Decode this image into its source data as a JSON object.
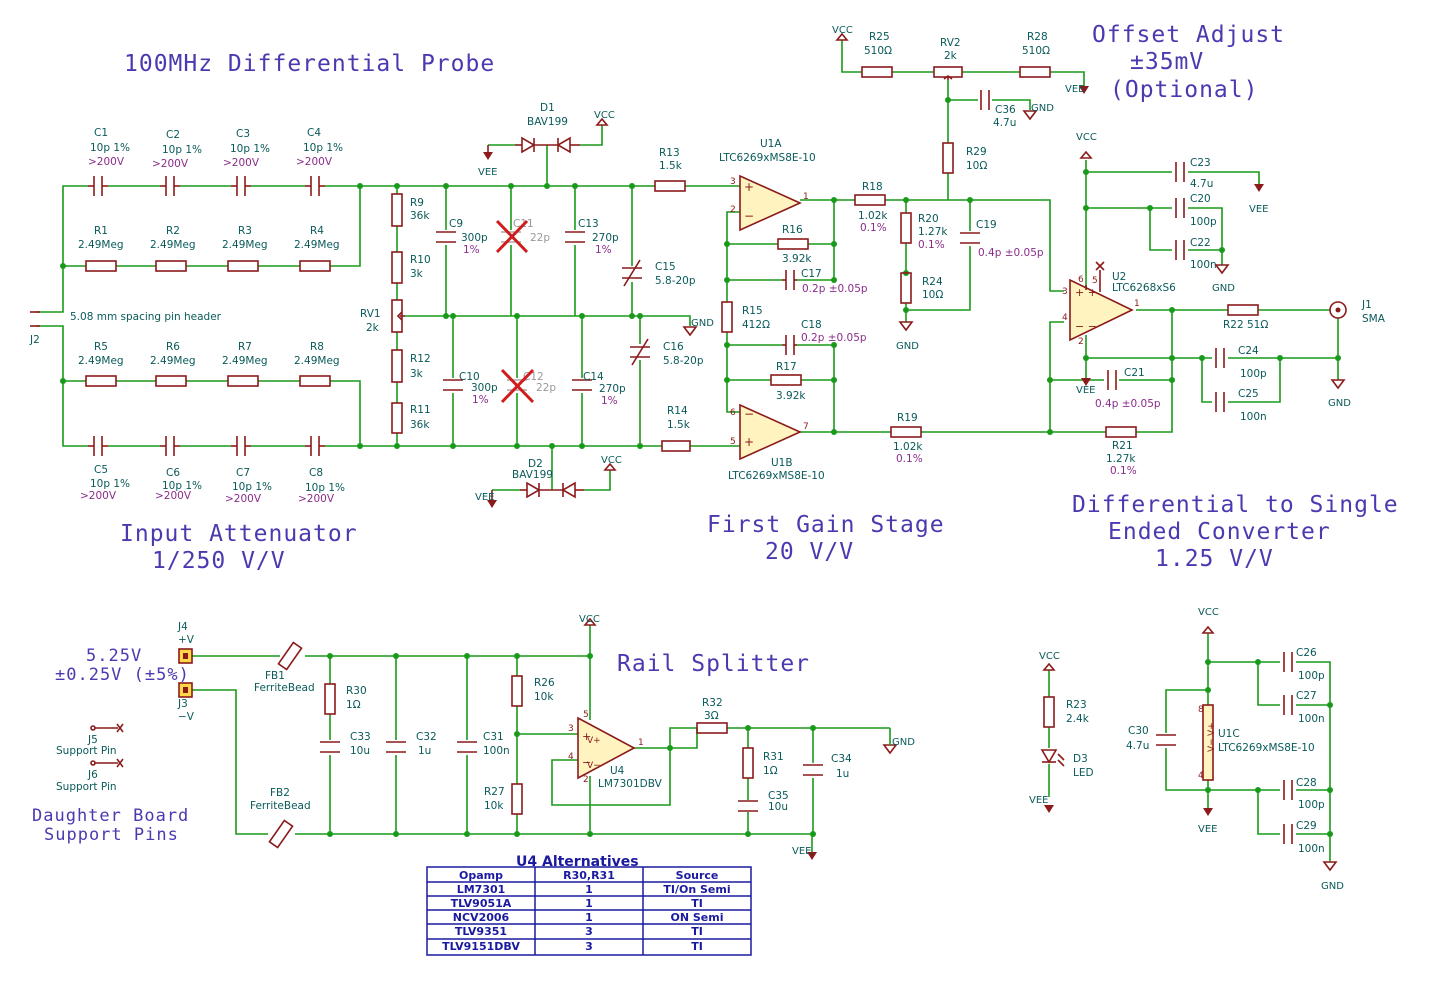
{
  "headings": {
    "title": "100MHz Differential Probe",
    "offset": [
      "Offset Adjust",
      "±35mV",
      "(Optional)"
    ],
    "attenuator": [
      "Input Attenuator",
      "1/250 V/V"
    ],
    "gain": [
      "First Gain Stage",
      "20 V/V"
    ],
    "converter": [
      "Differential to Single",
      "Ended Converter",
      "1.25 V/V"
    ],
    "rail": "Rail Splitter",
    "daughter": [
      "Daughter Board",
      "Support Pins"
    ],
    "supply": [
      "5.25V",
      "±0.25V (±5%)"
    ]
  },
  "power": {
    "vcc": "VCC",
    "vee": "VEE",
    "gnd": "GND"
  },
  "labels": {
    "C1": [
      "C1",
      "10p 1%",
      ">200V"
    ],
    "C2": [
      "C2",
      "10p 1%",
      ">200V"
    ],
    "C3": [
      "C3",
      "10p 1%",
      ">200V"
    ],
    "C4": [
      "C4",
      "10p 1%",
      ">200V"
    ],
    "C5": [
      "C5",
      "10p 1%",
      ">200V"
    ],
    "C6": [
      "C6",
      "10p 1%",
      ">200V"
    ],
    "C7": [
      "C7",
      "10p 1%",
      ">200V"
    ],
    "C8": [
      "C8",
      "10p 1%",
      ">200V"
    ],
    "R1": [
      "R1",
      "2.49Meg"
    ],
    "R2": [
      "R2",
      "2.49Meg"
    ],
    "R3": [
      "R3",
      "2.49Meg"
    ],
    "R4": [
      "R4",
      "2.49Meg"
    ],
    "R5": [
      "R5",
      "2.49Meg"
    ],
    "R6": [
      "R6",
      "2.49Meg"
    ],
    "R7": [
      "R7",
      "2.49Meg"
    ],
    "R8": [
      "R8",
      "2.49Meg"
    ],
    "J2": [
      "J2",
      "5.08 mm spacing pin header"
    ],
    "R9": [
      "R9",
      "36k"
    ],
    "R10": [
      "R10",
      "3k"
    ],
    "RV1": [
      "RV1",
      "2k"
    ],
    "R12": [
      "R12",
      "3k"
    ],
    "R11": [
      "R11",
      "36k"
    ],
    "C9": [
      "C9",
      "300p",
      "1%"
    ],
    "C11": [
      "C11",
      "22p"
    ],
    "C13": [
      "C13",
      "270p",
      "1%"
    ],
    "C10": [
      "C10",
      "300p",
      "1%"
    ],
    "C12": [
      "C12",
      "22p"
    ],
    "C14": [
      "C14",
      "270p",
      "1%"
    ],
    "C15": [
      "C15",
      "5.8-20p"
    ],
    "C16": [
      "C16",
      "5.8-20p"
    ],
    "D1": [
      "D1",
      "BAV199"
    ],
    "D2": [
      "D2",
      "BAV199"
    ],
    "R13": [
      "R13",
      "1.5k"
    ],
    "R14": [
      "R14",
      "1.5k"
    ],
    "U1A": [
      "U1A",
      "LTC6269xMS8E-10"
    ],
    "U1B": [
      "U1B",
      "LTC6269xMS8E-10"
    ],
    "R16": [
      "R16",
      "3.92k"
    ],
    "C17": [
      "C17",
      "0.2p ±0.05p"
    ],
    "R15": [
      "R15",
      "412Ω"
    ],
    "C18": [
      "C18",
      "0.2p ±0.05p"
    ],
    "R17": [
      "R17",
      "3.92k"
    ],
    "R18": [
      "R18",
      "1.02k",
      "0.1%"
    ],
    "R19": [
      "R19",
      "1.02k",
      "0.1%"
    ],
    "R20": [
      "R20",
      "1.27k",
      "0.1%"
    ],
    "R24": [
      "R24",
      "10Ω"
    ],
    "C19": [
      "C19",
      "0.4p ±0.05p"
    ],
    "R25": [
      "R25",
      "510Ω"
    ],
    "RV2": [
      "RV2",
      "2k"
    ],
    "R28": [
      "R28",
      "510Ω"
    ],
    "C36": [
      "C36",
      "4.7u"
    ],
    "R29": [
      "R29",
      "10Ω"
    ],
    "C23": [
      "C23",
      "4.7u"
    ],
    "C20": [
      "C20",
      "100p"
    ],
    "C22": [
      "C22",
      "100n"
    ],
    "U2": [
      "U2",
      "LTC6268xS6"
    ],
    "R22": [
      "R22 51Ω"
    ],
    "J1": [
      "J1",
      "SMA"
    ],
    "C24": [
      "C24",
      "100p"
    ],
    "C25": [
      "C25",
      "100n"
    ],
    "C21": [
      "C21",
      "0.4p ±0.05p"
    ],
    "R21": [
      "R21",
      "1.27k",
      "0.1%"
    ],
    "J4": [
      "J4",
      "+V"
    ],
    "J3": [
      "J3",
      "−V"
    ],
    "FB1": [
      "FB1",
      "FerriteBead"
    ],
    "FB2": [
      "FB2",
      "FerriteBead"
    ],
    "R30": [
      "R30",
      "1Ω"
    ],
    "C33": [
      "C33",
      "10u"
    ],
    "C32": [
      "C32",
      "1u"
    ],
    "C31": [
      "C31",
      "100n"
    ],
    "R26": [
      "R26",
      "10k"
    ],
    "R27": [
      "R27",
      "10k"
    ],
    "U4": [
      "U4",
      "LM7301DBV"
    ],
    "R32": [
      "R32",
      "3Ω"
    ],
    "R31": [
      "R31",
      "1Ω"
    ],
    "C35": [
      "C35",
      "10u"
    ],
    "C34": [
      "C34",
      "1u"
    ],
    "J5": [
      "J5",
      "Support Pin"
    ],
    "J6": [
      "J6",
      "Support Pin"
    ],
    "R23": [
      "R23",
      "2.4k"
    ],
    "D3": [
      "D3",
      "LED"
    ],
    "C30": [
      "C30",
      "4.7u"
    ],
    "U1C": [
      "U1C",
      "LTC6269xMS8E-10"
    ],
    "C26": [
      "C26",
      "100p"
    ],
    "C27": [
      "C27",
      "100n"
    ],
    "C28": [
      "C28",
      "100p"
    ],
    "C29": [
      "C29",
      "100n"
    ]
  },
  "pins": {
    "p1": "1",
    "p2": "2",
    "p3": "3",
    "p4": "4",
    "p5": "5",
    "p6": "6",
    "p7": "7",
    "p8": "8"
  },
  "alt_table": {
    "title": "U4 Alternatives",
    "headers": [
      "Opamp",
      "R30,R31",
      "Source"
    ],
    "rows": [
      [
        "LM7301",
        "1",
        "TI/On Semi"
      ],
      [
        "TLV9051A",
        "1",
        "TI"
      ],
      [
        "NCV2006",
        "1",
        "ON Semi"
      ],
      [
        "TLV9351",
        "3",
        "TI"
      ],
      [
        "TLV9151DBV",
        "3",
        "TI"
      ]
    ]
  }
}
